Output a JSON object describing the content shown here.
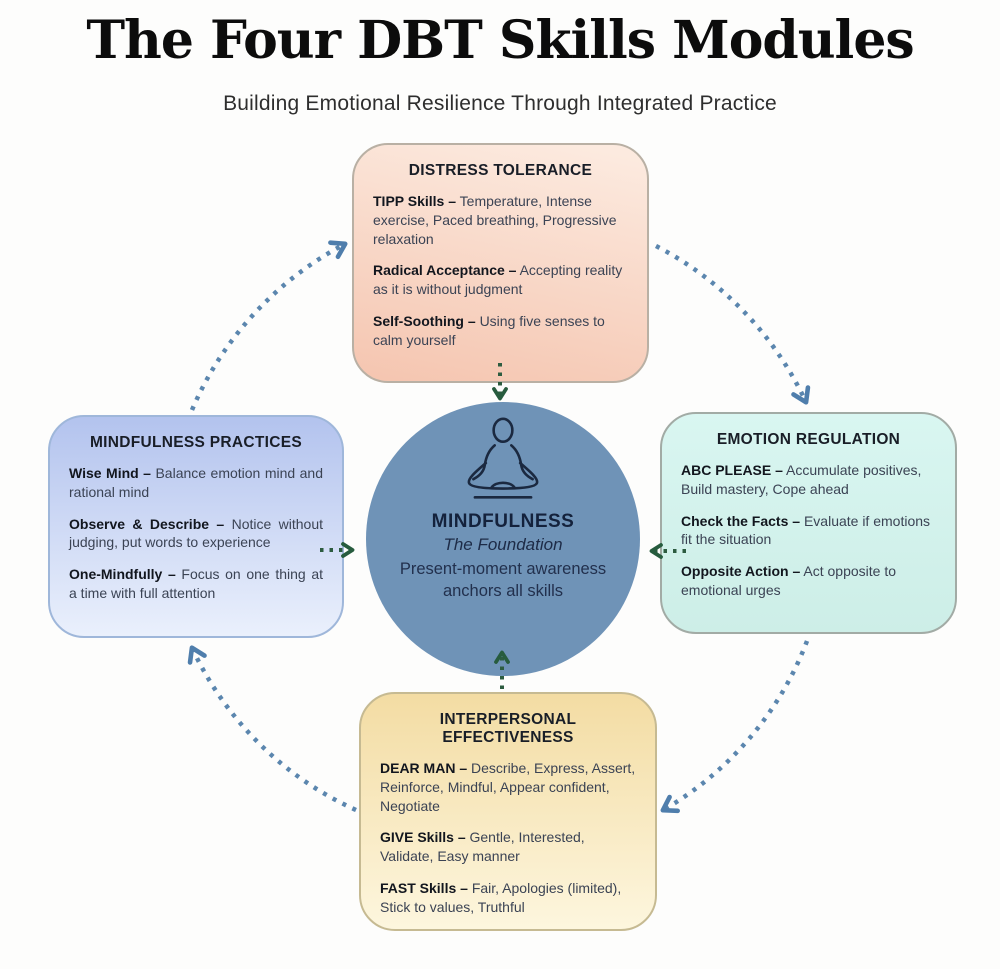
{
  "header": {
    "title": "The Four DBT Skills Modules",
    "subtitle": "Building Emotional Resilience Through Integrated Practice"
  },
  "center": {
    "icon": "meditation-lotus-icon",
    "name": "MINDFULNESS",
    "tagline": "The Foundation",
    "description": "Present-moment awareness anchors all skills"
  },
  "modules": {
    "top": {
      "title": "DISTRESS TOLERANCE",
      "items": [
        {
          "term": "TIPP Skills –",
          "desc": "Temperature, Intense exercise, Paced breathing, Progressive relaxation"
        },
        {
          "term": "Radical Acceptance –",
          "desc": "Accepting reality as it is without judgment"
        },
        {
          "term": "Self-Soothing –",
          "desc": "Using five senses to calm yourself"
        }
      ]
    },
    "left": {
      "title": "MINDFULNESS PRACTICES",
      "items": [
        {
          "term": "Wise Mind –",
          "desc": "Balance emotion mind and rational mind"
        },
        {
          "term": "Observe & Describe –",
          "desc": "Notice without judging, put words to experience"
        },
        {
          "term": "One-Mindfully –",
          "desc": "Focus on one thing at a time with full attention"
        }
      ]
    },
    "right": {
      "title": "EMOTION REGULATION",
      "items": [
        {
          "term": "ABC PLEASE –",
          "desc": "Accumulate positives, Build mastery, Cope ahead"
        },
        {
          "term": "Check the Facts –",
          "desc": "Evaluate if emotions fit the situation"
        },
        {
          "term": "Opposite Action –",
          "desc": "Act opposite to emotional urges"
        }
      ]
    },
    "bottom": {
      "title": "INTERPERSONAL EFFECTIVENESS",
      "items": [
        {
          "term": "DEAR MAN –",
          "desc": "Describe, Express, Assert, Reinforce, Mindful, Appear confident, Negotiate"
        },
        {
          "term": "GIVE Skills –",
          "desc": "Gentle, Interested, Validate, Easy manner"
        },
        {
          "term": "FAST Skills –",
          "desc": "Fair, Apologies (limited), Stick to values, Truthful"
        }
      ]
    }
  },
  "palette": {
    "background": "#fdfdfc",
    "circle_fill": "#6f93b7",
    "circle_text": "#1d2b47",
    "outer_arrow_blue": "#5b86ae",
    "center_arrow_green": "#2d5c40",
    "distress_gradient_top": "#fceadf",
    "distress_gradient_bottom": "#f5c6b1",
    "mindfulness_gradient_top": "#b3c3ee",
    "mindfulness_gradient_bottom": "#eaf0fc",
    "emotion_gradient_top": "#d9f6f1",
    "emotion_gradient_bottom": "#cdeee7",
    "interpersonal_gradient_top": "#f3dca3",
    "interpersonal_gradient_bottom": "#fdf6de",
    "title_text": "#0c0c0c",
    "body_text": "#3b4354"
  }
}
